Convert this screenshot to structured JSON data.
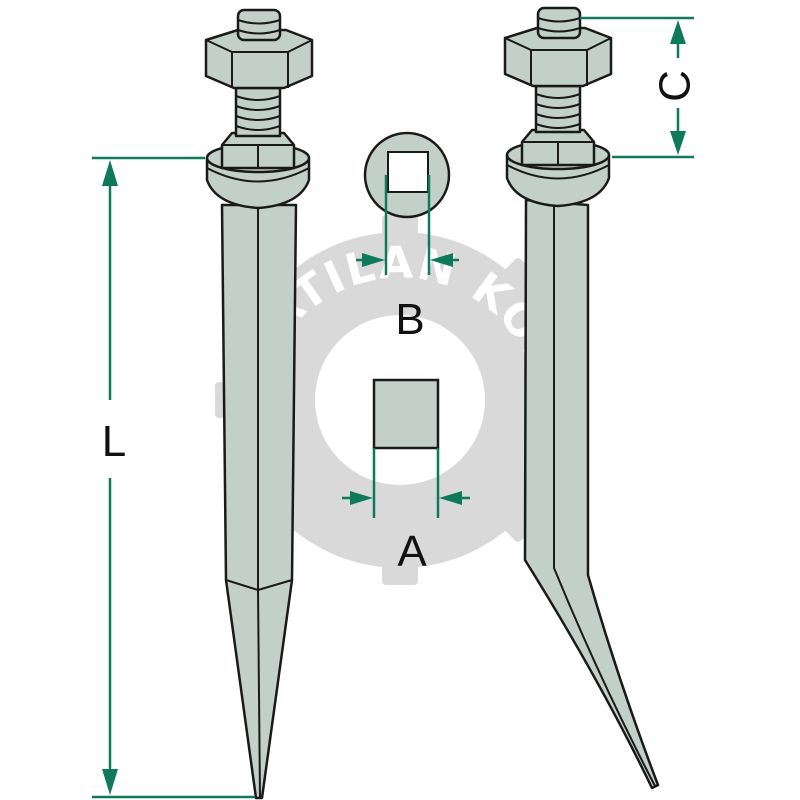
{
  "watermark": {
    "text": "MAATILAN KONE"
  },
  "dimensions": {
    "L": "L",
    "A": "A",
    "B": "B",
    "C": "C"
  },
  "colors": {
    "steel": "#c3cfc9",
    "steel_dark": "#9fb0a8",
    "outline": "#1a1a1a",
    "dimension_line": "#0f7a5a",
    "watermark_gear": "#d6d6d6"
  }
}
